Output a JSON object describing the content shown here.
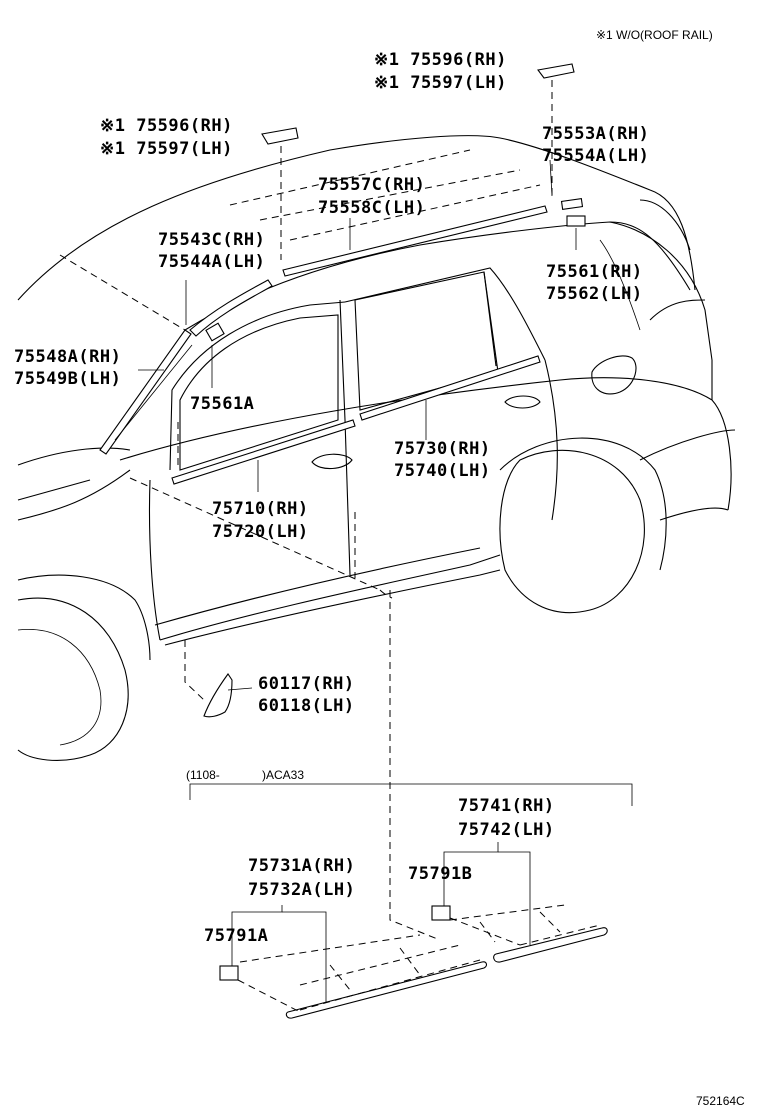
{
  "note": "※1 W/O(ROOF RAIL)",
  "diagram_code": "752164C",
  "inset_header": {
    "date_range": "(1108-",
    "model": ")ACA33"
  },
  "callouts": [
    {
      "id": "callout-75596-75597-rear",
      "rh": "※1 75596(RH)",
      "lh": "※1 75597(LH)"
    },
    {
      "id": "callout-75596-75597-front",
      "rh": "※1 75596(RH)",
      "lh": "※1 75597(LH)"
    },
    {
      "id": "callout-75553a-75554a",
      "rh": "75553A(RH)",
      "lh": "75554A(LH)"
    },
    {
      "id": "callout-75557c-75558c",
      "rh": "75557C(RH)",
      "lh": "75558C(LH)"
    },
    {
      "id": "callout-75543c-75544a",
      "rh": "75543C(RH)",
      "lh": "75544A(LH)"
    },
    {
      "id": "callout-75561-75562",
      "rh": "75561(RH)",
      "lh": "75562(LH)"
    },
    {
      "id": "callout-75548a-75549b",
      "rh": "75548A(RH)",
      "lh": "75549B(LH)"
    },
    {
      "id": "callout-75561a",
      "single": "75561A"
    },
    {
      "id": "callout-75730-75740",
      "rh": "75730(RH)",
      "lh": "75740(LH)"
    },
    {
      "id": "callout-75710-75720",
      "rh": "75710(RH)",
      "lh": "75720(LH)"
    },
    {
      "id": "callout-60117-60118",
      "rh": "60117(RH)",
      "lh": "60118(LH)"
    },
    {
      "id": "callout-75741-75742",
      "rh": "75741(RH)",
      "lh": "75742(LH)"
    },
    {
      "id": "callout-75791b",
      "single": "75791B"
    },
    {
      "id": "callout-75731a-75732a",
      "rh": "75731A(RH)",
      "lh": "75732A(LH)"
    },
    {
      "id": "callout-75791a",
      "single": "75791A"
    }
  ]
}
